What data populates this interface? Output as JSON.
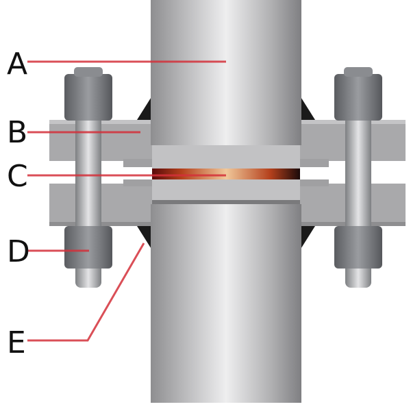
{
  "labels": {
    "a": "A",
    "b": "B",
    "c": "C",
    "d": "D",
    "e": "E"
  },
  "colors": {
    "leader_line": "#d4303a",
    "gasket": "#c8743a",
    "steel": "#b9b9bb"
  }
}
